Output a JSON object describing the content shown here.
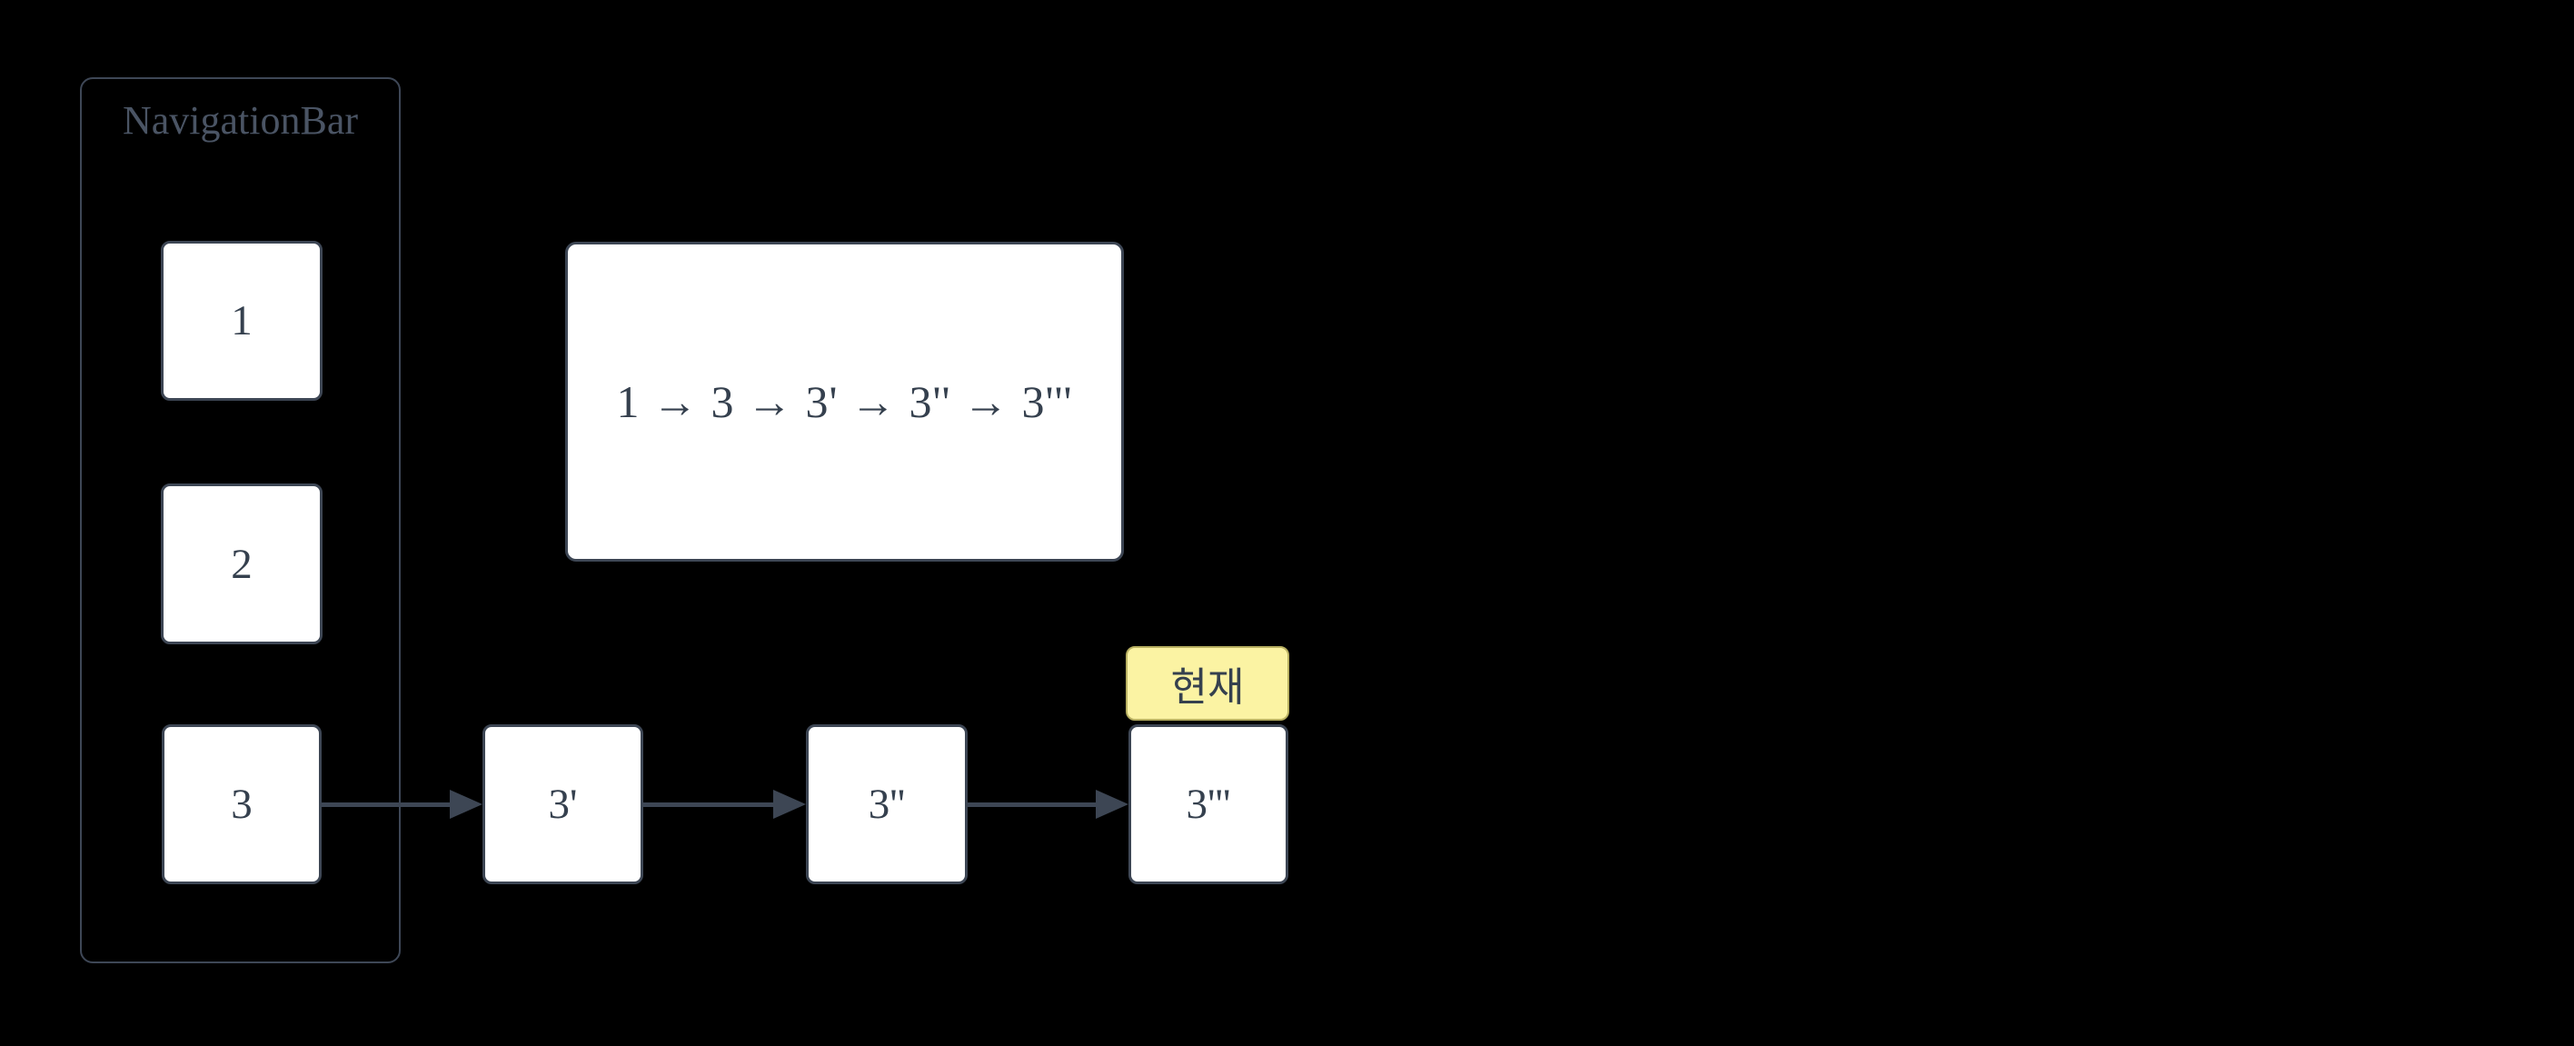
{
  "diagram": {
    "type": "flowchart",
    "cluster": {
      "label": "NavigationBar"
    },
    "nodes": {
      "n1": {
        "label": "1"
      },
      "n2": {
        "label": "2"
      },
      "n3": {
        "label": "3"
      },
      "n3a": {
        "label": "3'"
      },
      "n3b": {
        "label": "3''"
      },
      "n3c": {
        "label": "3'''"
      }
    },
    "history_box": {
      "label": "1 → 3 → 3' → 3'' → 3'''"
    },
    "current_badge": {
      "label": "현재"
    },
    "edges": [
      {
        "from": "3",
        "to": "3'"
      },
      {
        "from": "3'",
        "to": "3''"
      },
      {
        "from": "3''",
        "to": "3'''"
      }
    ],
    "colors": {
      "background": "#000000",
      "node_fill": "#ffffff",
      "node_border": "#3d4654",
      "node_text": "#35404e",
      "cluster_border": "#3e4756",
      "cluster_label": "#4a5464",
      "arrow": "#3d4654",
      "badge_fill": "#fbf3a3",
      "badge_border": "#b9b162",
      "badge_text": "#35404e"
    }
  }
}
